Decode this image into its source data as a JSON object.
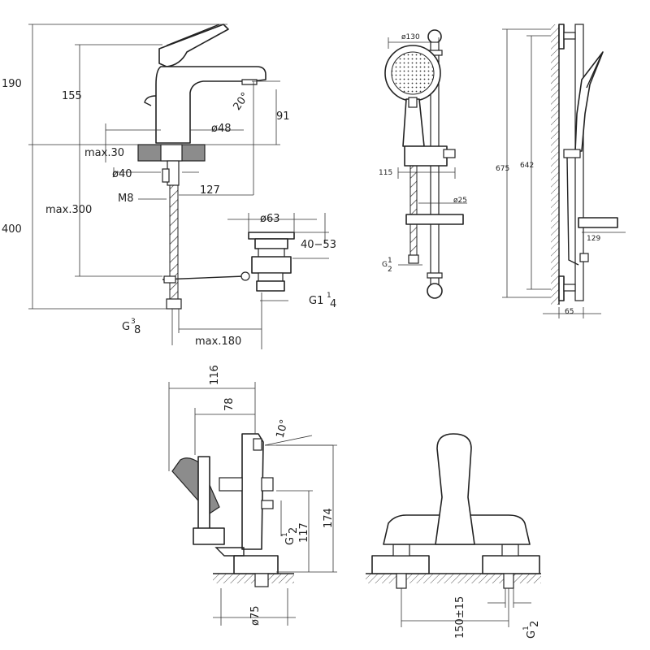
{
  "basin_mixer": {
    "height_total": "190",
    "height_body": "155",
    "spout_angle": "20°",
    "spout_height": "91",
    "body_diameter": "ø48",
    "deck_max": "max.30",
    "hole_diameter": "ø40",
    "spout_reach": "127",
    "thread_stud": "M8",
    "hose_total": "400",
    "hose_max": "max.300",
    "inlet_thread_main": "G",
    "inlet_thread_num": "3",
    "inlet_thread_den": "8",
    "reach_max": "max.180",
    "waste_diameter": "ø63",
    "waste_range": "40−53",
    "waste_thread_main": "G1",
    "waste_thread_num": "1",
    "waste_thread_den": "4"
  },
  "shower_set": {
    "head_diameter": "ø130",
    "rail_offset": "115",
    "rail_diameter": "ø25",
    "inlet_thread_main": "G",
    "inlet_thread_num": "1",
    "inlet_thread_den": "2",
    "height_total": "675",
    "height_inner": "642",
    "shelf_depth": "129",
    "wall_depth": "65"
  },
  "bath_mixer": {
    "depth_total": "116",
    "depth_body": "78",
    "spout_angle": "10°",
    "height_total": "174",
    "height_inlet": "117",
    "inlet_thread_main": "G",
    "inlet_thread_num": "1",
    "inlet_thread_den": "2",
    "flange_diameter": "ø75"
  },
  "centerset_mixer": {
    "centers": "150±15",
    "inlet_thread_main": "G",
    "inlet_thread_num": "1",
    "inlet_thread_den": "2"
  }
}
